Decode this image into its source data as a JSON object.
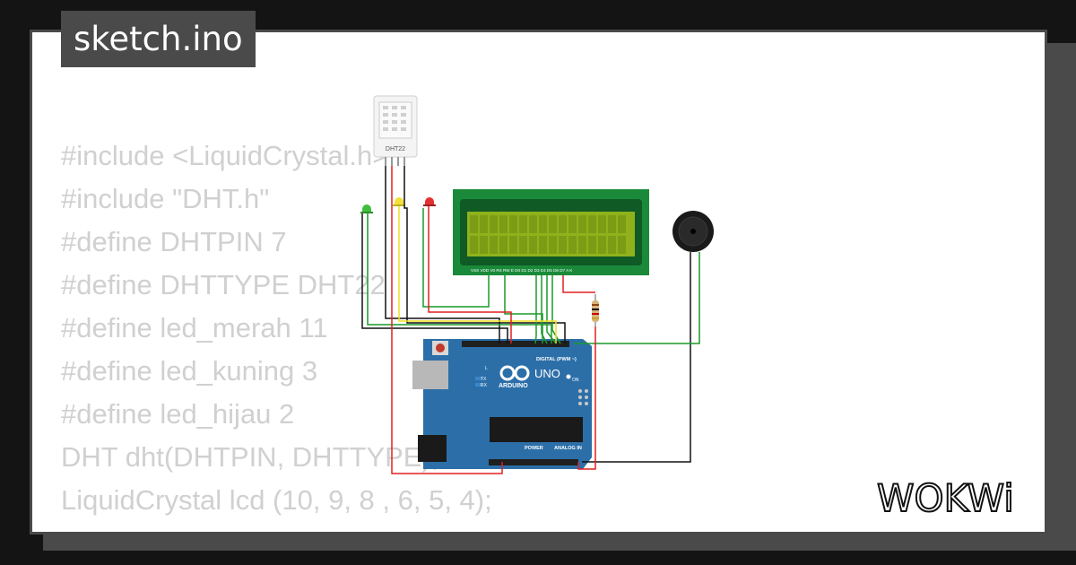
{
  "title": "sketch.ino",
  "code_lines": [
    "#include <LiquidCrystal.h>",
    "#include \"DHT.h\"",
    "#define DHTPIN 7",
    "#define DHTTYPE DHT22",
    "#define led_merah 11",
    "#define led_kuning 3",
    "#define led_hijau 2",
    "DHT dht(DHTPIN, DHTTYPE);",
    "LiquidCrystal lcd (10, 9, 8 , 6, 5, 4);"
  ],
  "diagram": {
    "sensor_label": "DHT22",
    "lcd_pins": "VSS VDD V0 RS RW E D0 D1 D2 D3 D4 D5 D6 D7 A K",
    "board_brand": "ARDUINO",
    "board_model": "UNO",
    "board_digital_label": "DIGITAL (PWM ~)",
    "board_power_label": "POWER",
    "board_analog_label": "ANALOG IN",
    "board_on_label": "ON",
    "board_l_label": "L",
    "board_tx_label": "TX",
    "board_rx_label": "RX"
  },
  "logo_text": "WOKWi",
  "colors": {
    "background": "#141414",
    "card": "#ffffff",
    "frame": "#4a4a4a",
    "code_text": "#d0d0d0",
    "board": "#2c6fa8",
    "lcd_pcb": "#1a8a3a",
    "lcd_screen": "#8fb21c",
    "wire_red": "#e02020",
    "wire_green": "#1a9a2a",
    "wire_black": "#111111",
    "wire_yellow": "#f0e020"
  },
  "icons": [
    "dht22-sensor-icon",
    "led-green-icon",
    "led-yellow-icon",
    "led-red-icon",
    "buzzer-icon",
    "resistor-icon",
    "arduino-logo-icon"
  ]
}
